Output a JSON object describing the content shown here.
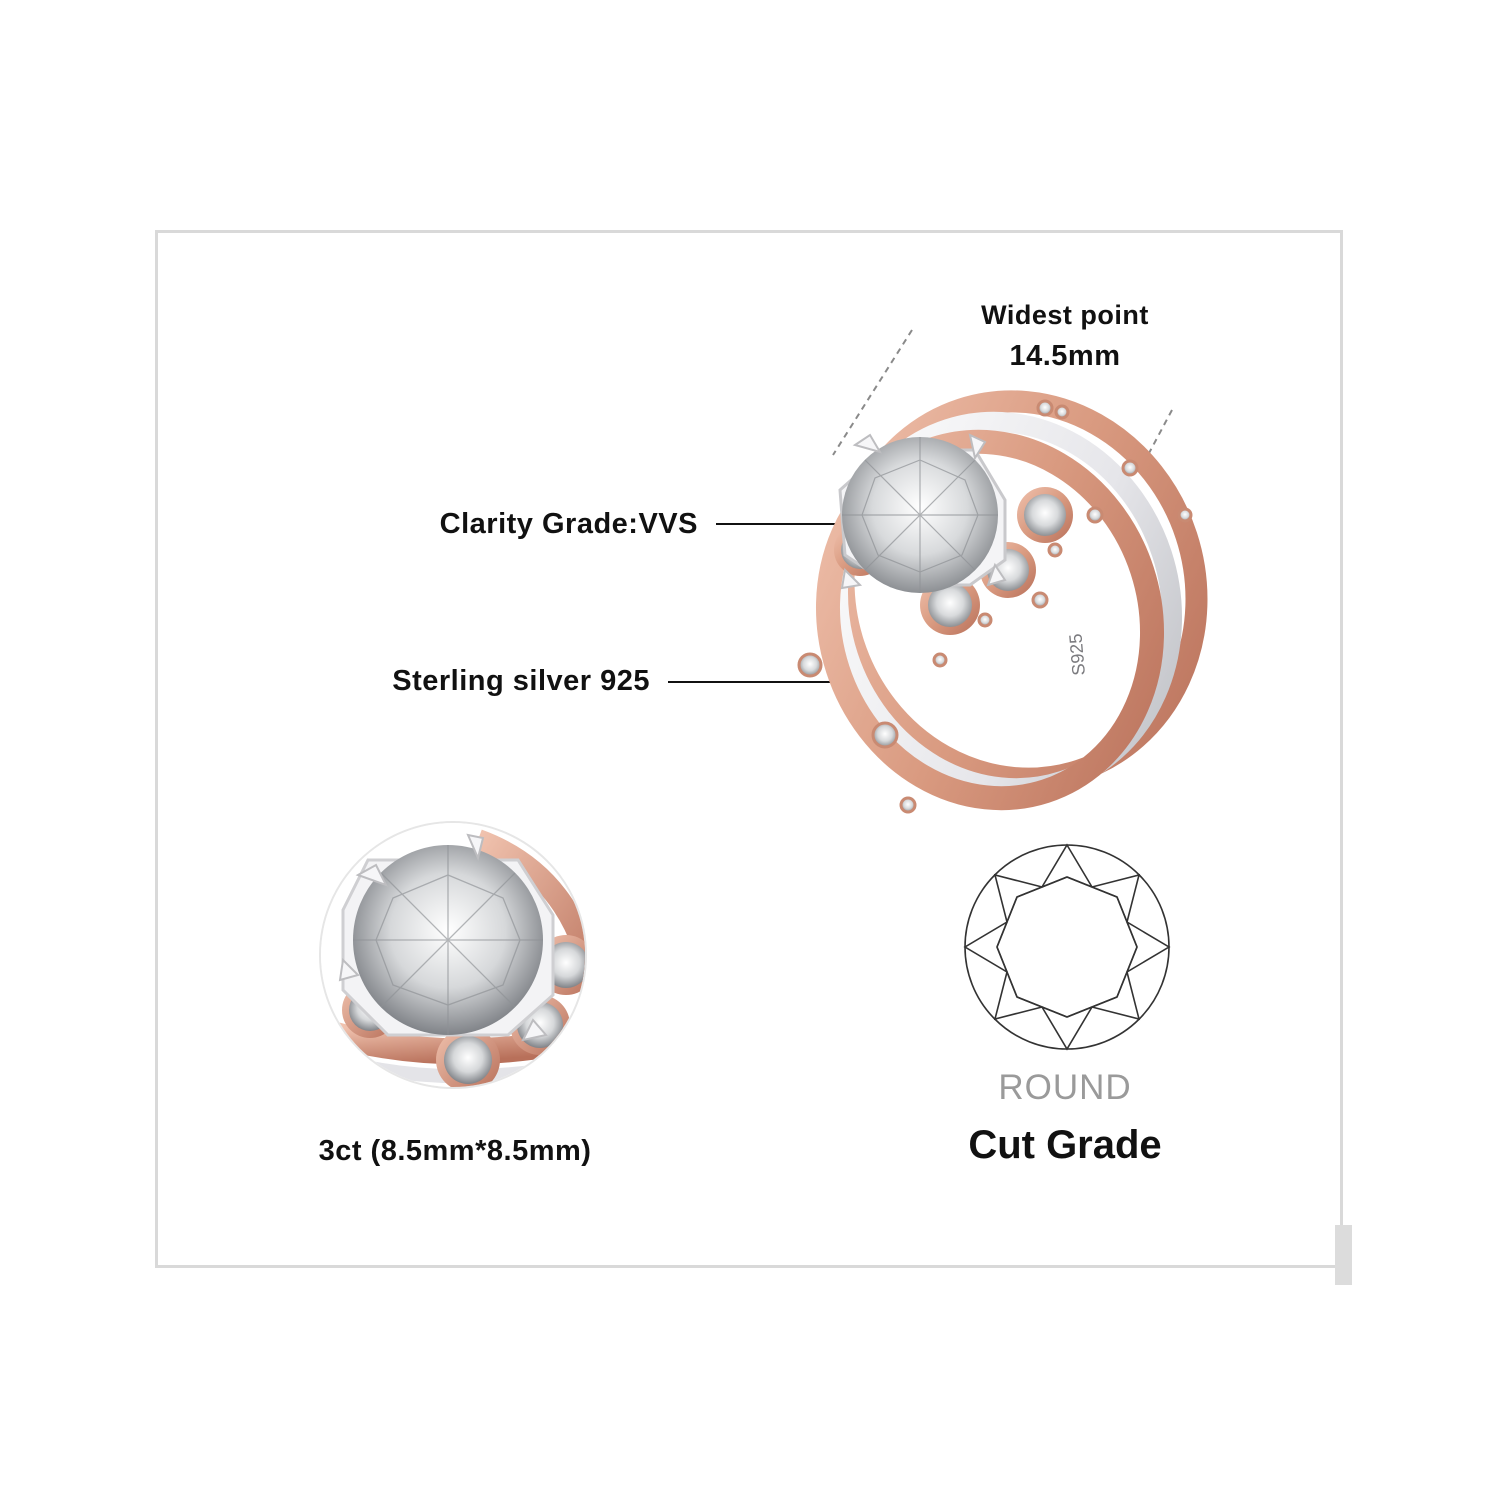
{
  "product": {
    "widest_point_label": "Widest point",
    "widest_point_value": "14.5mm",
    "clarity_label": "Clarity Grade:VVS",
    "material_label": "Sterling silver 925",
    "band_stamp": "S925",
    "carat_label": "3ct (8.5mm*8.5mm)",
    "shape_label": "ROUND",
    "cut_label": "Cut Grade"
  },
  "colors": {
    "rose_gold": "#d99a80",
    "rose_gold_dark": "#b8705a",
    "silver": "#e9e9ec",
    "frame": "#d9d9d9",
    "text": "#111111",
    "muted_text": "#9a9a9a"
  }
}
